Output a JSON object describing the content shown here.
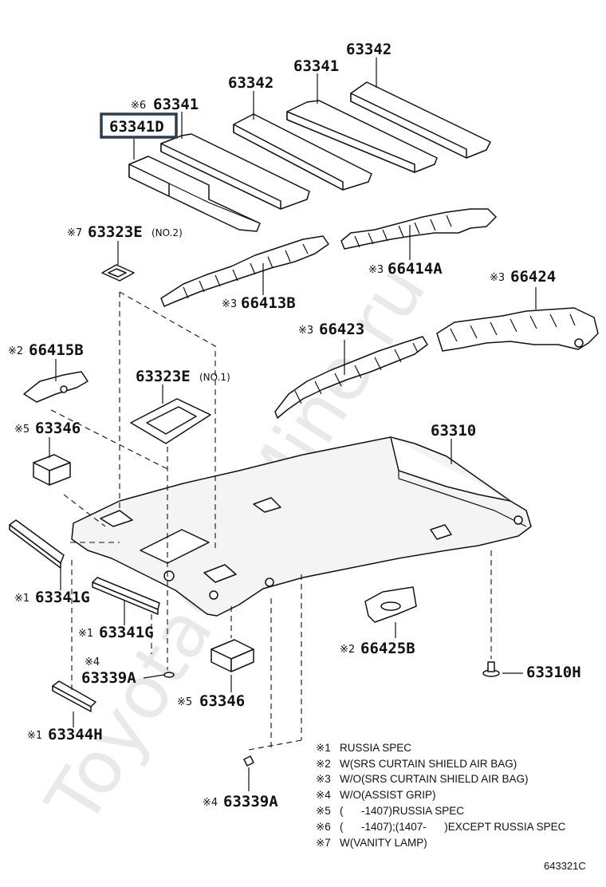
{
  "watermark": "ToyotaCarMine.ru",
  "highlighted_part": "63341D",
  "callouts": [
    {
      "id": "c-63342-top",
      "number": "63342",
      "mark": ""
    },
    {
      "id": "c-63341-top",
      "number": "63341",
      "mark": ""
    },
    {
      "id": "c-63342-mid",
      "number": "63342",
      "mark": ""
    },
    {
      "id": "c-63341-6",
      "number": "63341",
      "mark": "※6"
    },
    {
      "id": "c-63341d",
      "number": "63341D",
      "mark": ""
    },
    {
      "id": "c-63323e-2",
      "number": "63323E",
      "mark": "※7",
      "suffix": "(NO.2)"
    },
    {
      "id": "c-66414a",
      "number": "66414A",
      "mark": "※3"
    },
    {
      "id": "c-66413b",
      "number": "66413B",
      "mark": "※3"
    },
    {
      "id": "c-66424",
      "number": "66424",
      "mark": "※3"
    },
    {
      "id": "c-66415b",
      "number": "66415B",
      "mark": "※2"
    },
    {
      "id": "c-66423",
      "number": "66423",
      "mark": "※3"
    },
    {
      "id": "c-63323e-1",
      "number": "63323E",
      "mark": "",
      "suffix": "(NO.1)"
    },
    {
      "id": "c-63346-top",
      "number": "63346",
      "mark": "※5"
    },
    {
      "id": "c-63310",
      "number": "63310",
      "mark": ""
    },
    {
      "id": "c-63341g-left",
      "number": "63341G",
      "mark": "※1"
    },
    {
      "id": "c-63341g-mid",
      "number": "63341G",
      "mark": "※1"
    },
    {
      "id": "c-66425b",
      "number": "66425B",
      "mark": "※2"
    },
    {
      "id": "c-63339a-top",
      "number": "63339A",
      "mark": "※4"
    },
    {
      "id": "c-63310h",
      "number": "63310H",
      "mark": ""
    },
    {
      "id": "c-63346-bottom",
      "number": "63346",
      "mark": "※5"
    },
    {
      "id": "c-63344h",
      "number": "63344H",
      "mark": "※1"
    },
    {
      "id": "c-63339a-bottom",
      "number": "63339A",
      "mark": "※4"
    }
  ],
  "notes": [
    {
      "mark": "※1",
      "text": "RUSSIA SPEC"
    },
    {
      "mark": "※2",
      "text": "W(SRS CURTAIN SHIELD AIR BAG)"
    },
    {
      "mark": "※3",
      "text": "W/O(SRS CURTAIN SHIELD AIR BAG)"
    },
    {
      "mark": "※4",
      "text": "W/O(ASSIST GRIP)"
    },
    {
      "mark": "※5",
      "text": "(      -1407)RUSSIA SPEC"
    },
    {
      "mark": "※6",
      "text": "(      -1407);(1407-      )EXCEPT RUSSIA SPEC"
    },
    {
      "mark": "※7",
      "text": "W(VANITY LAMP)"
    }
  ],
  "figure_ref": "643321C"
}
